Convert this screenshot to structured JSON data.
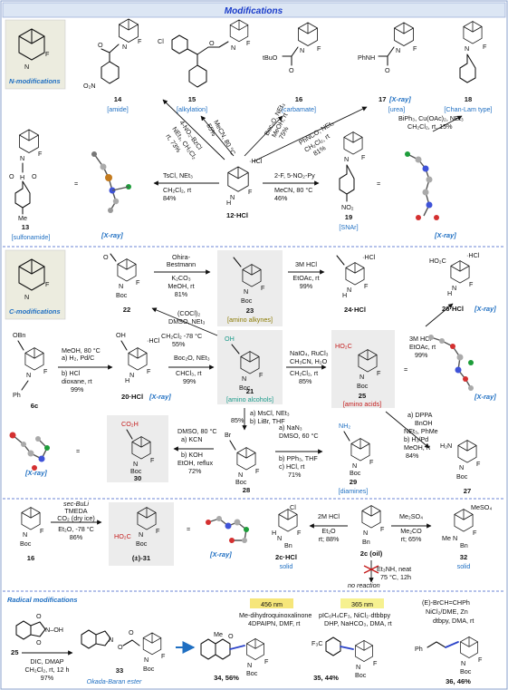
{
  "header": {
    "title": "Modifications"
  },
  "sections": {
    "n_mod": "N-modifications",
    "c_mod": "C-modifications",
    "radical": "Radical modifications"
  },
  "atoms": {
    "N": "N",
    "F": "F",
    "O": "O",
    "Boc": "Boc",
    "Bn": "Bn",
    "Ph": "Ph",
    "Me": "Me",
    "Cl": "Cl",
    "OH": "OH",
    "OBn": "OBn",
    "H": "H"
  },
  "groups": {
    "o2n": "O₂N",
    "tbuo": "tBuO",
    "phnh": "PhNH",
    "no2": "NO₂",
    "ho2c": "HO₂C",
    "co2h": "CO₂H",
    "nh2": "NH₂",
    "hcl": "·HCl",
    "ho": "HO",
    "me_plus": "Me",
    "cl_minus": "Cl",
    "meso4": "MeSO₄",
    "f3c": "F₃C",
    "ph_alk": "Ph",
    "n_oh": "N–OH",
    "plus": "⊕",
    "minus": "⊖"
  },
  "compounds": {
    "c14": "14",
    "c15": "15",
    "c16": "16",
    "c17": "17",
    "c17x": "[X-ray]",
    "c18": "18",
    "c13": "13",
    "c12": "12·HCl",
    "c19": "19",
    "c22": "22",
    "c23": "23",
    "c24": "24·HCl",
    "c26": "26·HCl",
    "c26x": "[X-ray]",
    "c6c": "6c",
    "c20": "20·HCl",
    "c20x": "[X-ray]",
    "c21": "21",
    "c25": "25",
    "c27": "27",
    "c30": "30",
    "c28": "28",
    "c29": "29",
    "c16b": "16",
    "c31": "(±)-31",
    "c2chcl": "2c·HCl",
    "c2c": "2c (oil)",
    "c32": "32",
    "c25b": "25",
    "c33": "33",
    "c34": "34, 56%",
    "c35": "35, 44%",
    "c36": "36, 46%"
  },
  "tags": {
    "amide": "[amide]",
    "alkylation": "[alkylation]",
    "carbamate": "[carbamate]",
    "urea": "[urea]",
    "chanlam": "[Chan-Lam type]",
    "sulfonamide": "[sulfonamide]",
    "xray1": "[X-ray]",
    "snar": "[SNAr]",
    "xray2": "[X-ray]",
    "alkynes": "[amino alkynes]",
    "alcohols": "[amino alcohols]",
    "acids": "[amino acids]",
    "diamines": "[diamines]",
    "xray3": "[X-ray]",
    "xray4": "[X-ray]",
    "xray5": "[X-ray]",
    "okada": "Okada-Baran ester"
  },
  "misc": {
    "solid1": "solid",
    "solid2": "solid",
    "no_reaction": "no reaction",
    "eq": "="
  },
  "conditions": {
    "c1": [
      "4-NO₂-BzCl",
      "NEt₃, CH₂Cl₂",
      "rt, 73%"
    ],
    "c2": [
      "PhCH(Cl)OCH₂CH₂Cl",
      "MeCN, 80 °C",
      "55%"
    ],
    "c3": [
      "Boc₂O, NEt₃",
      "MeOH, rt",
      "75%"
    ],
    "c4": [
      "PhNCO, NEt₃",
      "CH₂Cl₂, rt",
      "81%"
    ],
    "c5": [
      "BiPh₃, Cu(OAc)₂, NEt₃",
      "CH₂Cl₂, rt, 15%"
    ],
    "c6": [
      "TsCl, NEt₃",
      "CH₂Cl₂, rt",
      "84%"
    ],
    "c7": [
      "2-F, 5-NO₂-Py",
      "MeCN, 80 °C",
      "46%"
    ],
    "c8": [
      "Ohira-",
      "Bestmann",
      "K₂CO₃",
      "MeOH, rt",
      "81%"
    ],
    "c9": [
      "3M HCl",
      "EtOAc, rt",
      "99%"
    ],
    "c10": [
      "(COCl)₂",
      "DMSO, NEt₃",
      "CH₂Cl₂ -78 °C",
      "55%"
    ],
    "c11": [
      "3M HCl",
      "EtOAc, rt",
      "99%"
    ],
    "c12": [
      "a) H₂, Pd/C",
      "MeOH, 80 °C",
      "b) HCl",
      "dioxane, rt",
      "99%"
    ],
    "c13": [
      "Boc₂O, NEt₃",
      "CHCl₃, rt",
      "99%"
    ],
    "c14": [
      "NaIO₄, RuCl₃",
      "CH₃CN, H₂O",
      "CH₂Cl₂, rt",
      "85%"
    ],
    "c15": [
      "a) DPPA",
      "BnOH",
      "NEt₃, PhMe",
      "b) H₂/Pd",
      "MeOH, rt",
      "84%"
    ],
    "c16": [
      "85%",
      "a) MsCl, NEt₃",
      "b) LiBr, THF"
    ],
    "c17": [
      "a) KCN",
      "DMSO, 80 °C",
      "b) KOH",
      "EtOH, reflux",
      "72%"
    ],
    "c18": [
      "a) NaN₃",
      "DMSO, 60 °C",
      "b) PPh₃, THF",
      "c) HCl, rt",
      "71%"
    ],
    "c19": [
      "sec-BuLi",
      "TMEDA",
      "CO₂ (dry ice)",
      "Et₂O, -78 °C",
      "86%"
    ],
    "c20": [
      "2M HCl",
      "Et₂O",
      "rt; 88%"
    ],
    "c21": [
      "Me₂SO₄",
      "Me₂CO",
      "rt; 65%"
    ],
    "c22": [
      "Et₃NH, neat",
      "75 °C, 12h"
    ],
    "c23": [
      "DIC, DMAP",
      "CH₂Cl₂, rt, 12 h",
      "97%"
    ],
    "c24": [
      "456 nm",
      "Me-dihydroquinoxalinone",
      "4DPAIPN, DMF, rt"
    ],
    "c25": [
      "365 nm",
      "pIC₆H₄CF₃, NiCl₂·dtbbpy",
      "DHP, NaHCO₃, DMA, rt"
    ],
    "c26": [
      "(E)-BrCH=CHPh",
      "NiCl₂/DME, Zn",
      "dtbpy, DMA, rt"
    ]
  },
  "colors": {
    "header_bg": "#dce6f4",
    "header_text": "#1a3cc9",
    "sep": "#3b5fc8",
    "compound_bg": "#e7e7e7",
    "blue_tag": "#1f6fc2",
    "alkyne_tag": "#8a7a00",
    "acid_tag": "#c41c1c",
    "alcohol_tag": "#1a9a8a",
    "nm456": "#f6e67a",
    "nm365": "#f6f190"
  }
}
